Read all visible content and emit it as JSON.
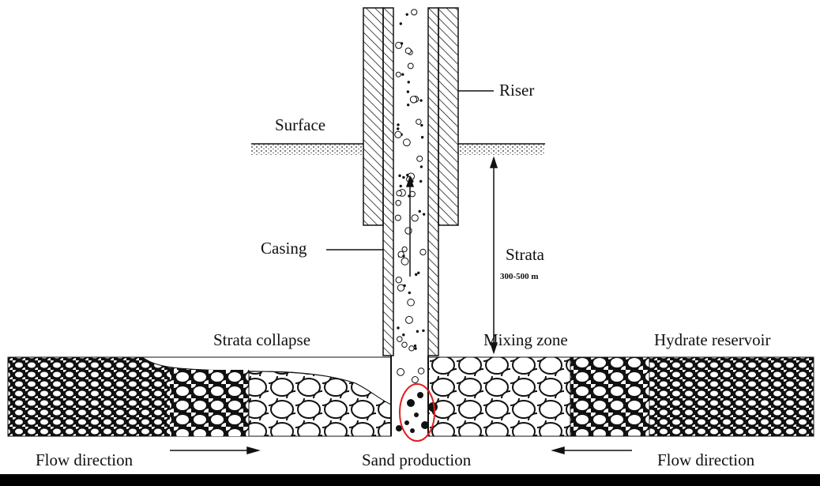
{
  "labels": {
    "riser": "Riser",
    "surface": "Surface",
    "casing": "Casing",
    "strata": "Strata",
    "strata_depth": "300-500 m",
    "strata_collapse": "Strata collapse",
    "mixing_zone": "Mixing zone",
    "hydrate_reservoir": "Hydrate reservoir",
    "flow_direction_left": "Flow direction",
    "flow_direction_right": "Flow direction",
    "sand_production": "Sand production"
  },
  "colors": {
    "line": "#111111",
    "highlight": "#e02020"
  }
}
